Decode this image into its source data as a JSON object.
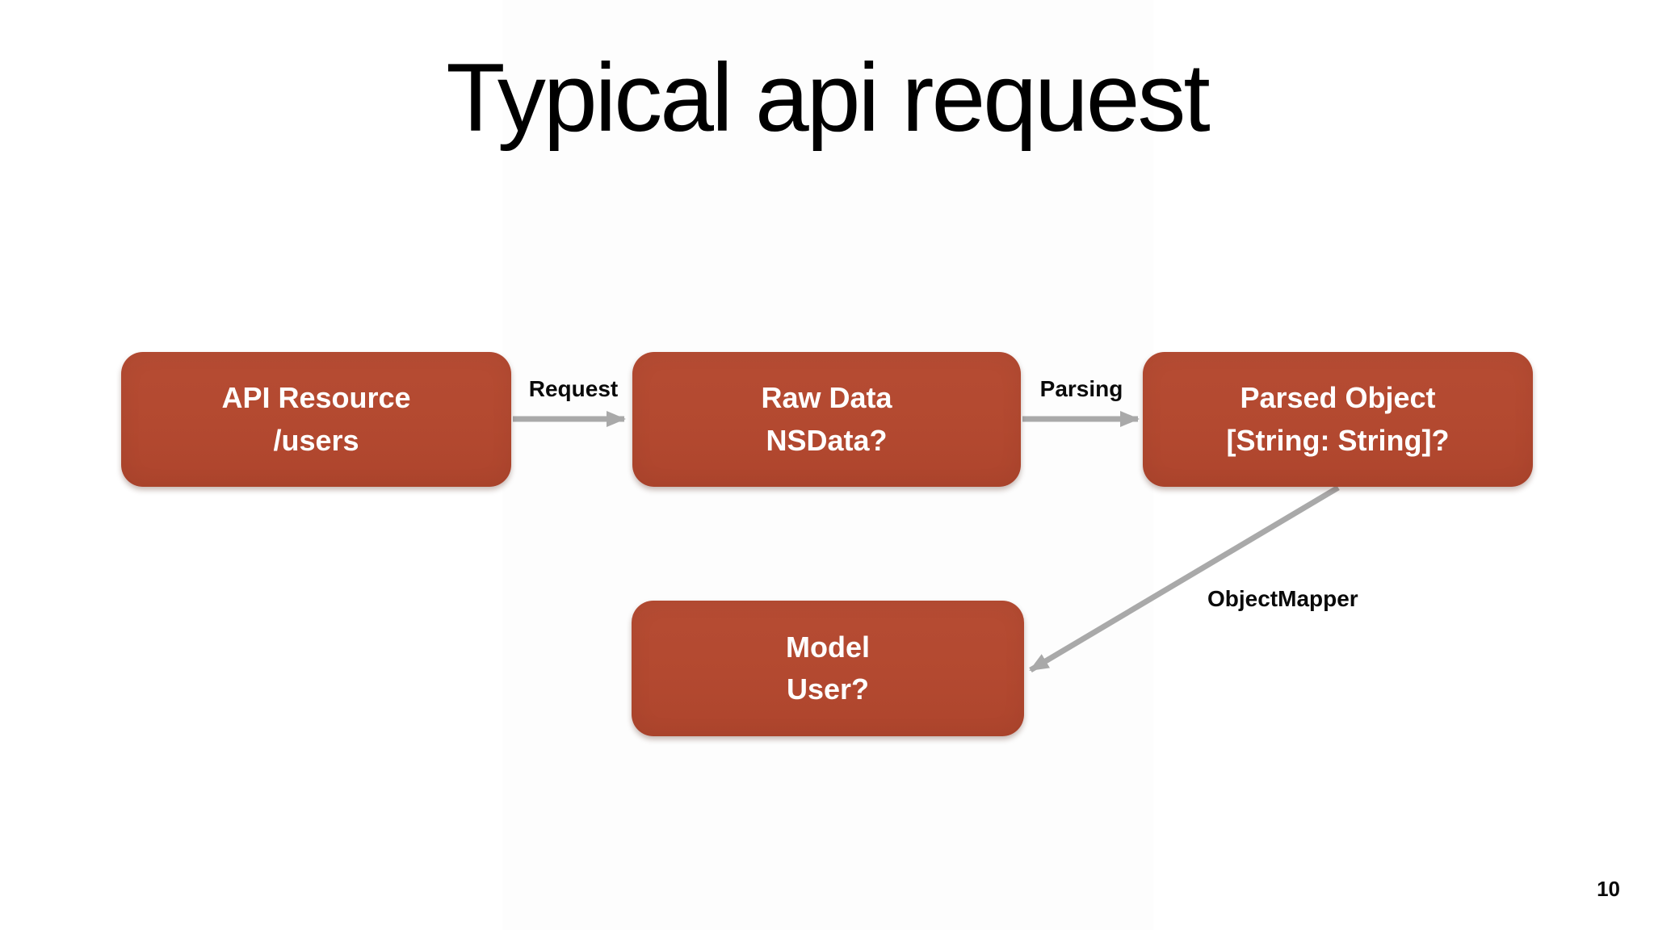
{
  "slide": {
    "title": "Typical api request",
    "page_number": "10"
  },
  "diagram": {
    "nodes": [
      {
        "id": "api-resource",
        "line1": "API Resource",
        "line2": "/users"
      },
      {
        "id": "raw-data",
        "line1": "Raw Data",
        "line2": "NSData?"
      },
      {
        "id": "parsed-object",
        "line1": "Parsed Object",
        "line2": "[String: String]?"
      },
      {
        "id": "model",
        "line1": "Model",
        "line2": "User?"
      }
    ],
    "connectors": [
      {
        "id": "request",
        "label": "Request",
        "from": "api-resource",
        "to": "raw-data"
      },
      {
        "id": "parsing",
        "label": "Parsing",
        "from": "raw-data",
        "to": "parsed-object"
      },
      {
        "id": "objectmapper",
        "label": "ObjectMapper",
        "from": "parsed-object",
        "to": "model"
      }
    ],
    "colors": {
      "node_fill": "#B34930",
      "node_text": "#FFFFFF",
      "arrow": "#A9A9A9",
      "label_text": "#0A0A0A",
      "title_text": "#000000",
      "background": "#FFFFFF"
    }
  }
}
